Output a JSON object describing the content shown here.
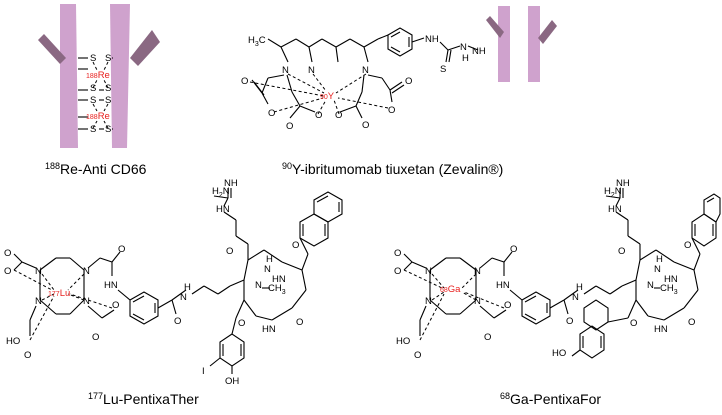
{
  "colors": {
    "antibody_fill": "#cfa2cd",
    "antibody_shade": "#8a6882",
    "metal_label": "#e8211f",
    "bond": "#000000",
    "background": "#ffffff"
  },
  "antibody": {
    "disulfide_s": "S",
    "metal_isotope": "188",
    "metal_symbol": "Re"
  },
  "zevalin": {
    "metal_isotope": "90",
    "metal_symbol": "Y",
    "atoms": {
      "n": "N",
      "o": "O",
      "s": "S",
      "nh": "NH",
      "h": "H"
    }
  },
  "pentixather": {
    "metal_isotope": "177",
    "metal_symbol": "Lu",
    "atoms": {
      "n": "N",
      "o": "O",
      "nh": "NH",
      "hn": "HN",
      "oh": "OH",
      "ho": "HO",
      "h2n": "H2N",
      "ch3": "CH3",
      "i": "I",
      "h": "H"
    }
  },
  "pentixafor": {
    "metal_isotope": "68",
    "metal_symbol": "Ga",
    "atoms": {
      "n": "N",
      "o": "O",
      "nh": "NH",
      "hn": "HN",
      "ho": "HO",
      "h2n": "H2N",
      "ch3": "CH3",
      "h": "H"
    }
  },
  "captions": {
    "c1_isotope": "188",
    "c1_rest": "Re-Anti CD66",
    "c2_isotope": "90",
    "c2_rest": "Y-ibritumomab tiuxetan (Zevalin®)",
    "c3_isotope": "177",
    "c3_rest": "Lu-PentixaTher",
    "c4_isotope": "68",
    "c4_rest": "Ga-PentixaFor"
  }
}
